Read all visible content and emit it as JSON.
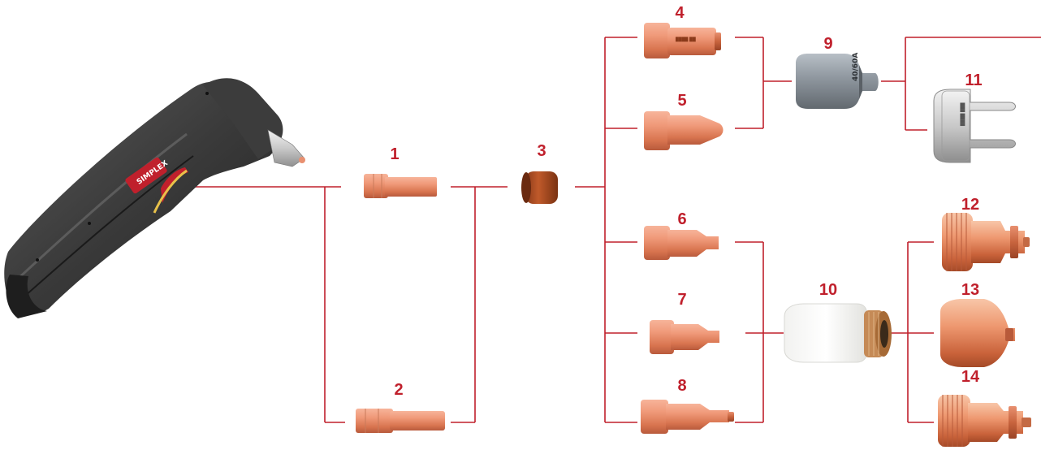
{
  "diagram": {
    "accent_color": "#c0202c",
    "part_numbers": [
      "1",
      "2",
      "3",
      "4",
      "5",
      "6",
      "7",
      "8",
      "9",
      "10",
      "11",
      "12",
      "13",
      "14"
    ],
    "torch": {
      "icon": "plasma-torch-icon",
      "badge_text": "SIMPLEX"
    },
    "retaining_cap_9": {
      "icon": "gray-retaining-cap-icon",
      "marking": "40/60A"
    },
    "ring_10": {
      "icon": "white-ceramic-ring-icon"
    },
    "deflector_11": {
      "icon": "metal-drag-deflector-icon"
    },
    "electrode_icon": "copper-electrode-icon",
    "swirl_ring_icon": "swirl-ring-icon",
    "nozzle_icon": "copper-nozzle-icon",
    "shield_icon": "copper-shield-icon"
  }
}
